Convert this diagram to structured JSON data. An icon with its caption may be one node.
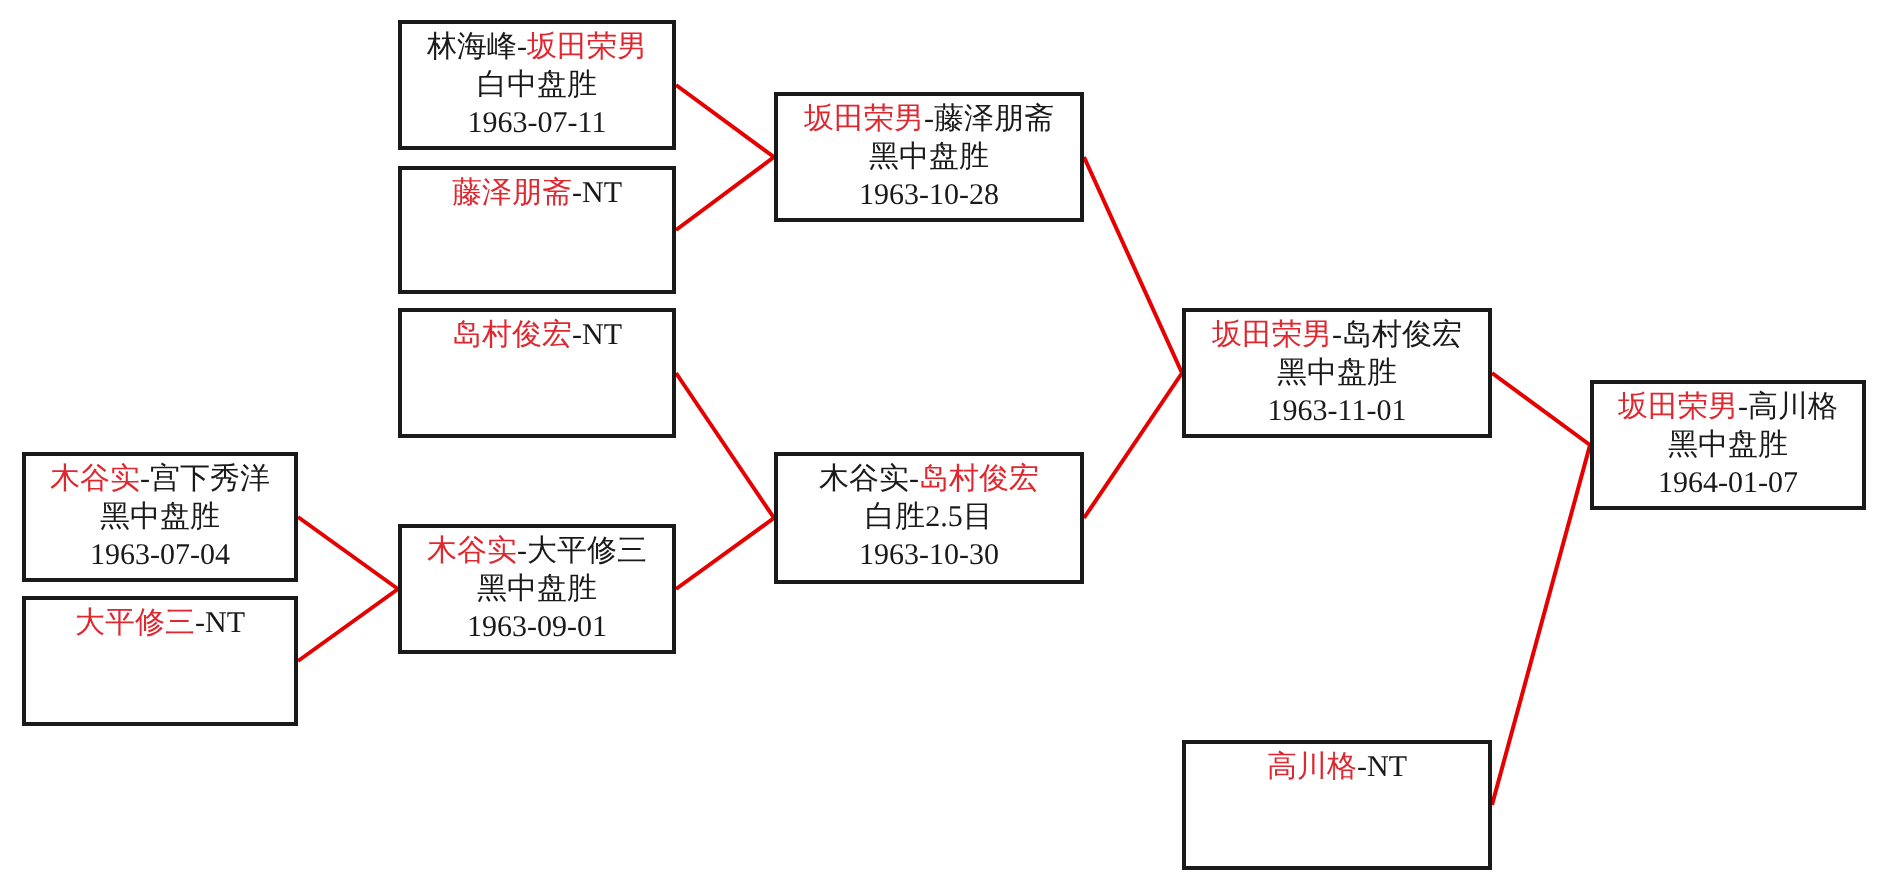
{
  "diagram": {
    "nodes": [
      {
        "text": [
          "林海峰-坂田荣男",
          "白中盘胜",
          "1963-07-11"
        ]
      },
      {
        "text": [
          "坂田荣男-藤泽朋斋",
          "黑中盘胜",
          "1963-10-28"
        ]
      },
      {
        "text": [
          "藤泽朋斋-NT"
        ]
      },
      {
        "text": [
          "坂田荣男-岛村俊宏",
          "黑中盘胜",
          "1963-11-01"
        ]
      },
      {
        "text": [
          "岛村俊宏-NT"
        ]
      },
      {
        "text": [
          "坂田荣男-高川格",
          "黑中盘胜",
          "1964-01-07"
        ]
      },
      {
        "text": [
          "木谷实-宫下秀洋",
          "黑中盘胜",
          "1963-07-04"
        ]
      },
      {
        "text": [
          "木谷实-岛村俊宏",
          "白胜2.5目",
          "1963-10-30"
        ]
      },
      {
        "text": [
          "木谷实-大平修三",
          "黑中盘胜",
          "1963-09-01"
        ]
      },
      {
        "text": [
          "大平修三-NT"
        ]
      },
      {
        "text": [
          "高川格-NT"
        ]
      }
    ],
    "edges": [
      {
        "from": 0,
        "to": 1,
        "arrow": "none"
      },
      {
        "from": 2,
        "to": 1,
        "arrow": "none"
      },
      {
        "from": 4,
        "to": 7,
        "arrow": "none"
      },
      {
        "from": 8,
        "to": 7,
        "arrow": "none"
      },
      {
        "from": 6,
        "to": 8,
        "arrow": "none"
      },
      {
        "from": 9,
        "to": 8,
        "arrow": "none"
      },
      {
        "from": 1,
        "to": 3,
        "arrow": "none"
      },
      {
        "from": 7,
        "to": 3,
        "arrow": "none"
      },
      {
        "from": 3,
        "to": 5,
        "arrow": "none"
      },
      {
        "from": 10,
        "to": 5,
        "arrow": "none"
      }
    ]
  }
}
